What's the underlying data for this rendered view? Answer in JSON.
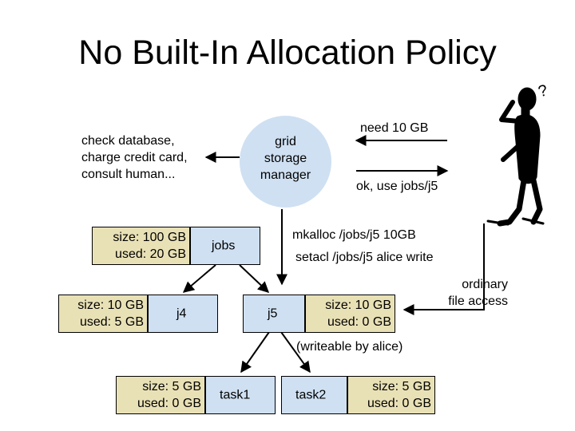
{
  "title": "No Built-In Allocation Policy",
  "manager": {
    "label_lines": [
      "grid",
      "storage",
      "manager"
    ],
    "actions_lines": [
      "check database,",
      "charge credit card,",
      "consult human..."
    ]
  },
  "user_exchange": {
    "request": "need 10 GB",
    "reply": "ok, use jobs/j5"
  },
  "commands": [
    "mkalloc  /jobs/j5 10GB",
    "setacl  /jobs/j5 alice write"
  ],
  "user_access_lines": [
    "ordinary",
    "file access"
  ],
  "tree": {
    "root": {
      "name": "jobs",
      "size_line": "size: 100 GB",
      "used_line": "used:  20 GB"
    },
    "j4": {
      "name": "j4",
      "size_line": "size: 10 GB",
      "used_line": "used:  5 GB"
    },
    "j5": {
      "name": "j5",
      "size_line": "size: 10 GB",
      "used_line": "used:  0 GB",
      "note": "(writeable by alice)"
    },
    "task1": {
      "name": "task1",
      "size_line": "size: 5 GB",
      "used_line": "used:  0 GB"
    },
    "task2": {
      "name": "task2",
      "size_line": "size: 5 GB",
      "used_line": "used:  0 GB"
    }
  },
  "colors": {
    "usage_box": "#e9e1b6",
    "directory_box": "#cfe0f2"
  }
}
